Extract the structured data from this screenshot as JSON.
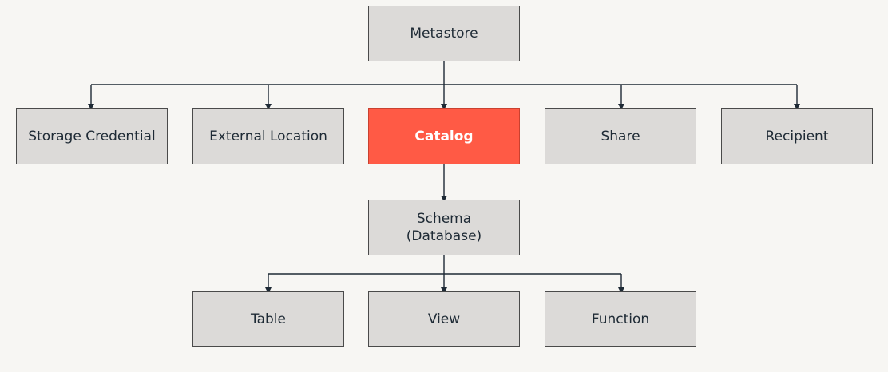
{
  "nodes": {
    "metastore": "Metastore",
    "storage_credential": "Storage Credential",
    "external_location": "External Location",
    "catalog": "Catalog",
    "share": "Share",
    "recipient": "Recipient",
    "schema": "Schema\n(Database)",
    "table": "Table",
    "view": "View",
    "function": "Function"
  },
  "colors": {
    "background": "#f7f6f3",
    "node_fill": "#dcdad8",
    "node_border": "#4a4a4a",
    "highlight_fill": "#ff5a45",
    "connector": "#1e2a35"
  }
}
